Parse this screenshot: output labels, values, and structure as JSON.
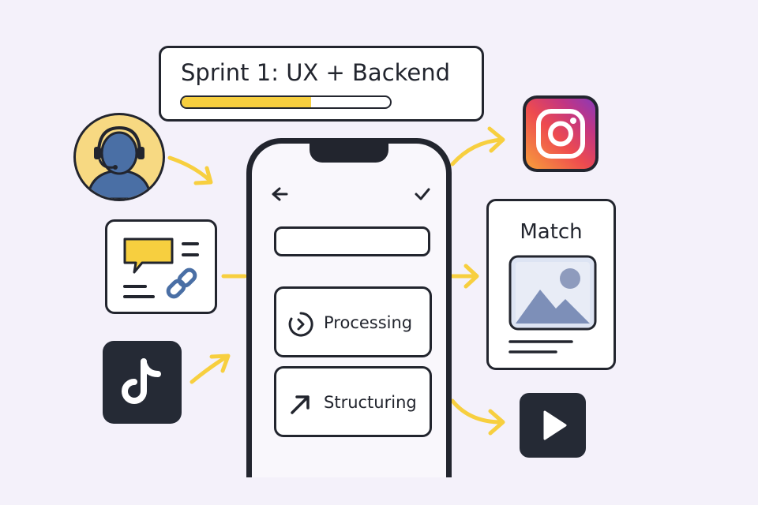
{
  "sprint": {
    "title": "Sprint 1: UX + Backend",
    "progress_fraction": 0.62,
    "progress_color": "#f7cf3f"
  },
  "phone": {
    "back_icon": "arrow-left-icon",
    "confirm_icon": "checkmark-icon",
    "steps": [
      {
        "label": "Processing",
        "icon": "processing-icon"
      },
      {
        "label": "Structuring",
        "icon": "arrow-up-right-icon"
      }
    ]
  },
  "inputs": [
    {
      "name": "support-agent",
      "icon": "headset-person-icon"
    },
    {
      "name": "chat-link",
      "icon": "chat-bubble-link-icon"
    },
    {
      "name": "tiktok",
      "icon": "tiktok-icon"
    }
  ],
  "outputs": {
    "instagram_icon": "instagram-icon",
    "match": {
      "title": "Match",
      "icon": "image-placeholder-icon"
    },
    "play_icon": "play-icon"
  },
  "colors": {
    "ink": "#22252e",
    "accent_yellow": "#f7cf3f",
    "accent_blue": "#4a6fa5",
    "background": "#f4f1fa"
  }
}
